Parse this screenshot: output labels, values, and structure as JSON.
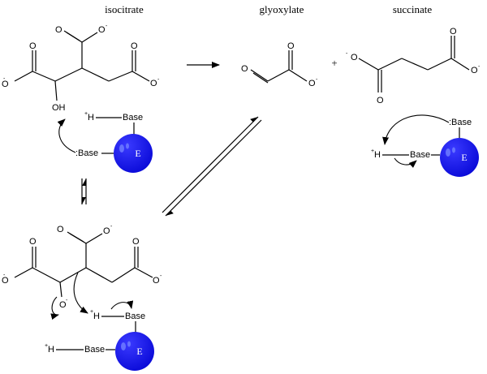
{
  "labels": {
    "isocitrate": "isocitrate",
    "glyoxylate": "glyoxylate",
    "succinate": "succinate",
    "plus": "+"
  },
  "atoms": {
    "O": "O",
    "O_minus_base": "O",
    "minus": "-",
    "OH": "OH",
    "H": "H",
    "H_plus": "+",
    "base": "Base",
    "base_lone": ":Base",
    "enzyme": "E"
  },
  "colors": {
    "enzyme_fill": "#1010e0",
    "enzyme_highlight": "#6f7cff",
    "ink": "#000000"
  }
}
